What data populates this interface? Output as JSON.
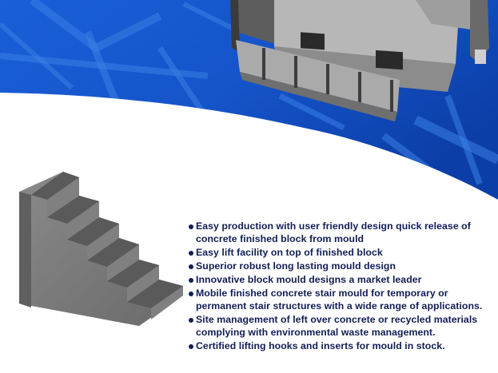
{
  "features": [
    "Easy production with user friendly design quick release of concrete finished block from mould",
    "Easy lift facility on top of finished block",
    "Superior robust long lasting mould design",
    "Innovative block mould designs a market leader",
    "Mobile finished concrete stair mould for temporary or permanent stair structures with a wide range of applications.",
    "Site management of left over concrete or recycled materials complying with environmental waste management.",
    "Certified lifting hooks and inserts for mould in stock."
  ],
  "colors": {
    "banner_blue": "#1553c8",
    "banner_dark": "#0b2f86",
    "text_navy": "#111e54",
    "concrete_gray": "#7a7a7a"
  },
  "icons": [
    "stair-mould-photo",
    "concrete-stair-block-image",
    "bullet-icon"
  ]
}
